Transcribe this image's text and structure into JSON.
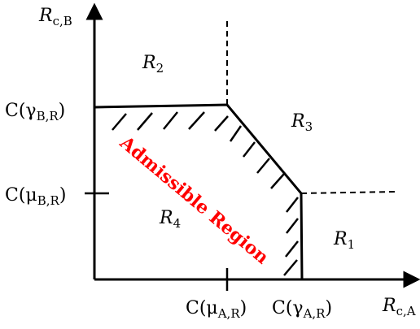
{
  "axes": {
    "y_label_main": "R",
    "y_label_sub": "c,B",
    "x_label_main": "R",
    "x_label_sub": "c,A"
  },
  "y_ticks": {
    "gamma_main": "C(γ",
    "gamma_sub": "B,R",
    "gamma_close": ")",
    "mu_main": "C(μ",
    "mu_sub": "B,R",
    "mu_close": ")"
  },
  "x_ticks": {
    "mu_main": "C(μ",
    "mu_sub": "A,R",
    "mu_close": ")",
    "gamma_main": "C(γ",
    "gamma_sub": "A,R",
    "gamma_close": ")"
  },
  "regions": {
    "r1_main": "R",
    "r1_sub": "1",
    "r2_main": "R",
    "r2_sub": "2",
    "r3_main": "R",
    "r3_sub": "3",
    "r4_main": "R",
    "r4_sub": "4"
  },
  "admissible_label": "Admissible Region",
  "colors": {
    "line": "#000000",
    "admissible_text": "#ff0000"
  }
}
